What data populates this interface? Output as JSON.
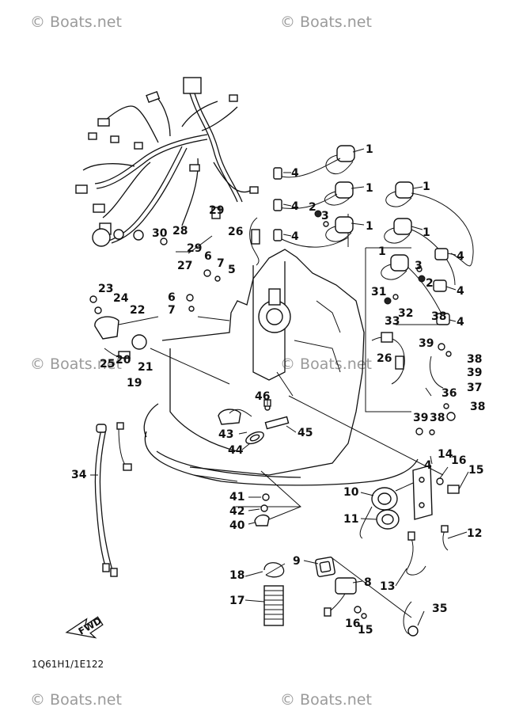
{
  "watermarks": {
    "top_left": "© Boats.net",
    "top_right": "© Boats.net",
    "mid_left": "© Boats.net",
    "mid_right": "© Boats.net",
    "bottom_left": "© Boats.net",
    "bottom_right": "© Boats.net"
  },
  "diagram_code": "1Q61H1/1E122",
  "fwd_label": "FWD",
  "callouts": {
    "c1a": "1",
    "c1b": "1",
    "c1c": "1",
    "c1d": "1",
    "c1e": "1",
    "c1f": "1",
    "c2a": "2",
    "c2b": "2",
    "c3a": "3",
    "c3b": "3",
    "c4a": "4",
    "c4b": "4",
    "c4c": "4",
    "c4d": "4",
    "c4e": "4",
    "c4f": "4",
    "c4g": "4",
    "c5": "5",
    "c6a": "6",
    "c6b": "6",
    "c7a": "7",
    "c7b": "7",
    "c8": "8",
    "c9": "9",
    "c10": "10",
    "c11": "11",
    "c12": "12",
    "c13": "13",
    "c14": "14",
    "c15a": "15",
    "c15b": "15",
    "c16a": "16",
    "c16b": "16",
    "c17": "17",
    "c18": "18",
    "c19": "19",
    "c20": "20",
    "c21": "21",
    "c22": "22",
    "c23": "23",
    "c24": "24",
    "c25": "25",
    "c26a": "26",
    "c26b": "26",
    "c27": "27",
    "c28": "28",
    "c29a": "29",
    "c29b": "29",
    "c30": "30",
    "c31": "31",
    "c32": "32",
    "c33": "33",
    "c34": "34",
    "c35": "35",
    "c36": "36",
    "c37": "37",
    "c38a": "38",
    "c38b": "38",
    "c38c": "38",
    "c39a": "39",
    "c39b": "39",
    "c39c": "39",
    "c40": "40",
    "c41": "41",
    "c42": "42",
    "c43": "43",
    "c44": "44",
    "c45": "45",
    "c46": "46"
  }
}
